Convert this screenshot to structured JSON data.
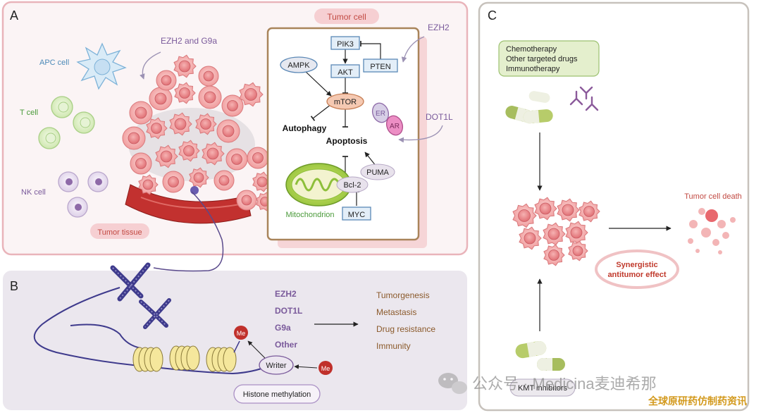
{
  "panels": {
    "a": {
      "letter": "A",
      "tumor_cell_title": "Tumor cell",
      "epigenetic_label": "EZH2 and G9a",
      "apc_label": "APC cell",
      "t_cell_label": "T cell",
      "nk_cell_label": "NK cell",
      "tumor_tissue_label": "Tumor tissue",
      "ezh2_label": "EZH2",
      "dot1l_label": "DOT1L",
      "nodes": {
        "pik3": "PIK3",
        "pten": "PTEN",
        "ampk": "AMPK",
        "akt": "AKT",
        "mtor": "mTOR",
        "er": "ER",
        "ar": "AR",
        "autophagy": "Autophagy",
        "apoptosis": "Apoptosis",
        "puma": "PUMA",
        "bcl2": "Bcl-2",
        "myc": "MYC",
        "mitochondrion": "Mitochondrion"
      }
    },
    "b": {
      "letter": "B",
      "me_label": "Me",
      "writer_label": "Writer",
      "histone_methylation": "Histone methylation",
      "enzymes": [
        "EZH2",
        "DOT1L",
        "G9a",
        "Other"
      ],
      "outcomes": [
        "Tumorgenesis",
        "Metastasis",
        "Drug resistance",
        "Immunity"
      ]
    },
    "c": {
      "letter": "C",
      "therapies": [
        "Chemotherapy",
        "Other targeted drugs",
        "Immunotherapy"
      ],
      "tumor_cell_death": "Tumor cell death",
      "synergy_line1": "Synergistic",
      "synergy_line2": "antitumor effect",
      "kmt_inhibitors": "KMT inhibitors"
    }
  },
  "watermark": {
    "line1": "公众号 · Medicina麦迪希那",
    "line2": "全球原研药仿制药资讯"
  },
  "colors": {
    "panel_a_border": "#e9b4ba",
    "panel_a_bg": "#fbf4f5",
    "panel_b_bg": "#ebe7ee",
    "panel_c_border": "#c7c2bc",
    "tumor_cell_fill": "#f3a9a9",
    "nucleus_fill": "#e8868a",
    "cell_box_border": "#a9845a",
    "blue_box_border": "#5b88b6",
    "purple_text": "#7a5a9b",
    "green_text": "#4a9a3a",
    "blue_text": "#4c8ab8",
    "brown_text": "#8b5a2b",
    "red_text": "#c24a43",
    "synergy_text": "#c0392b",
    "watermark_gold": "#d39a1e"
  }
}
